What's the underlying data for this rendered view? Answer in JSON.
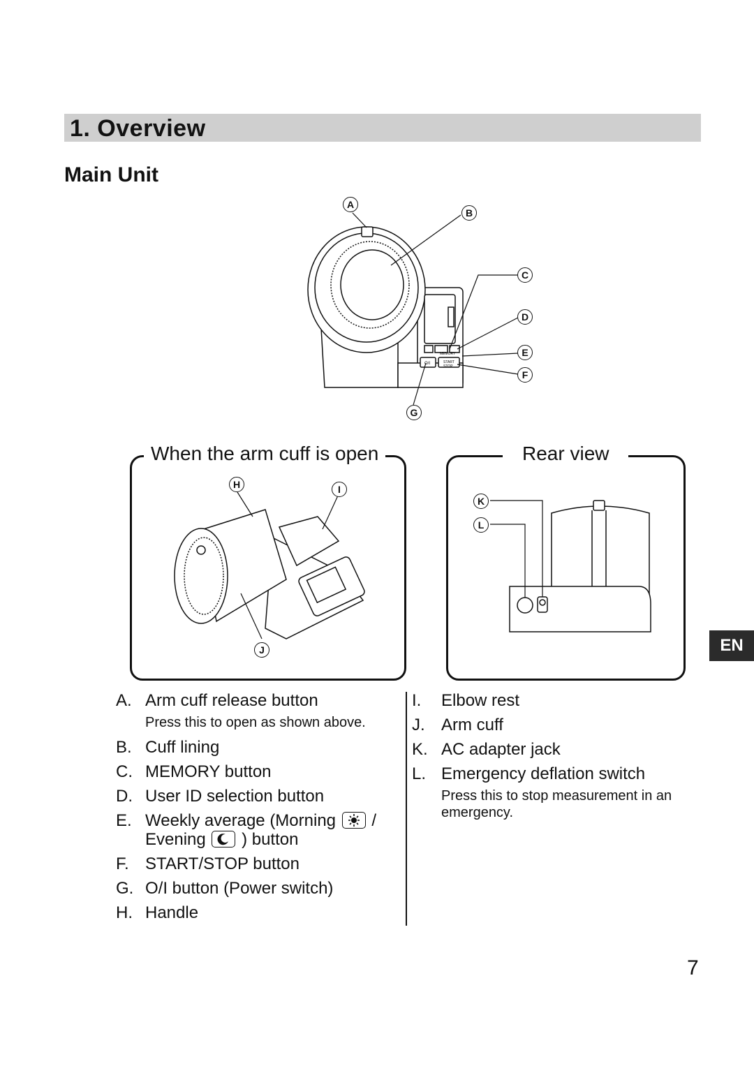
{
  "section": {
    "title": "1.  Overview"
  },
  "subsection": {
    "title": "Main Unit"
  },
  "callouts": {
    "a": "A",
    "b": "B",
    "c": "C",
    "d": "D",
    "e": "E",
    "f": "F",
    "g": "G",
    "h": "H",
    "i": "I",
    "j": "J",
    "k": "K",
    "l": "L"
  },
  "panels": {
    "open_cuff": {
      "title": "When the arm cuff is open"
    },
    "rear": {
      "title": "Rear view"
    }
  },
  "device_text": {
    "memory": "MEMORY",
    "start": "START",
    "stop": "STOP",
    "power": "O/I"
  },
  "parts_left": [
    {
      "letter": "A.",
      "label": "Arm cuff release button",
      "note": "Press this to open as shown above."
    },
    {
      "letter": "B.",
      "label": "Cuff lining"
    },
    {
      "letter": "C.",
      "label": "MEMORY button"
    },
    {
      "letter": "D.",
      "label": "User ID selection button"
    },
    {
      "letter": "E.",
      "label_part1": "Weekly average (Morning",
      "label_part2": "/",
      "label_part3": "Evening",
      "label_part4": ") button"
    },
    {
      "letter": "F.",
      "label": "START/STOP button"
    },
    {
      "letter": "G.",
      "label": "O/I button (Power switch)"
    },
    {
      "letter": "H.",
      "label": "Handle"
    }
  ],
  "parts_right": [
    {
      "letter": "I.",
      "label": "Elbow rest"
    },
    {
      "letter": "J.",
      "label": "Arm cuff"
    },
    {
      "letter": "K.",
      "label": "AC adapter jack"
    },
    {
      "letter": "L.",
      "label": "Emergency deflation switch",
      "note": "Press this to stop measurement in an emergency."
    }
  ],
  "icons": [
    "sun-icon",
    "moon-icon"
  ],
  "language_tab": "EN",
  "page_number": "7"
}
